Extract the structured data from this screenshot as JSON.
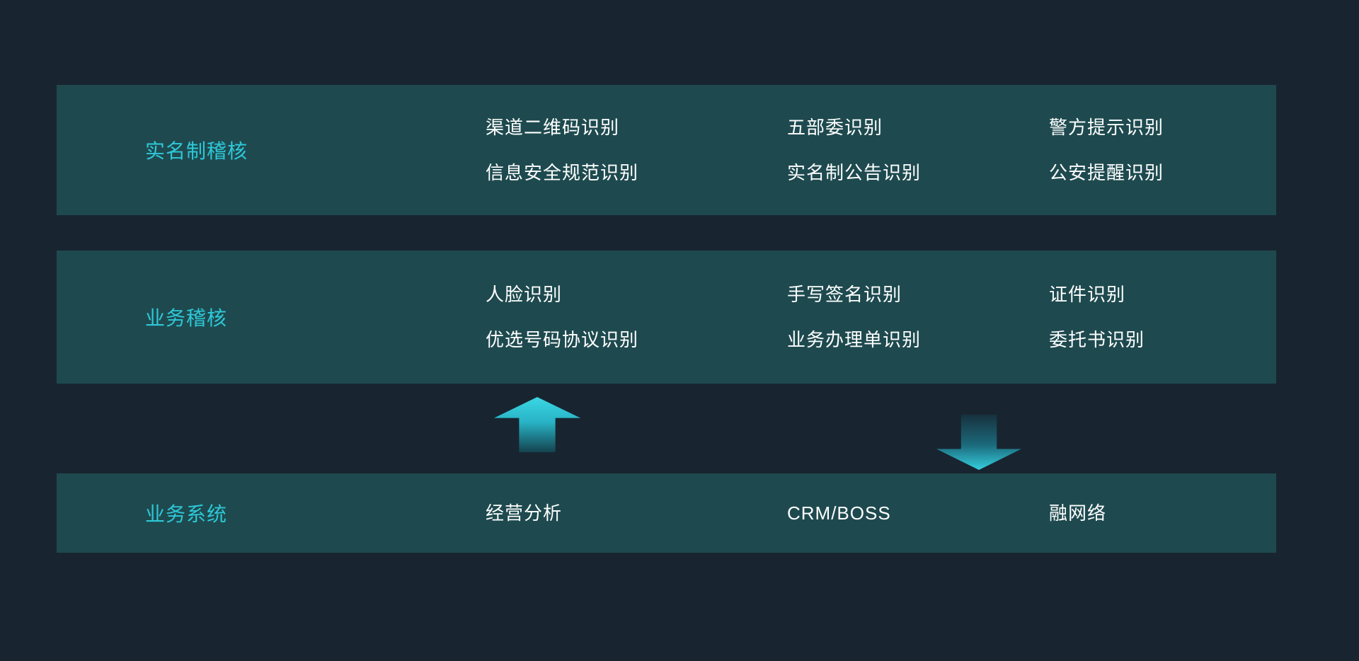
{
  "colors": {
    "background": "#182530",
    "band_background": "#1e4a4f",
    "accent_cyan": "#2ec8d8",
    "text": "#ffffff"
  },
  "bands": [
    {
      "label": "实名制稽核",
      "columns": [
        [
          "渠道二维码识别",
          "信息安全规范识别"
        ],
        [
          "五部委识别",
          "实名制公告识别"
        ],
        [
          "警方提示识别",
          "公安提醒识别"
        ]
      ]
    },
    {
      "label": "业务稽核",
      "columns": [
        [
          "人脸识别",
          "优选号码协议识别"
        ],
        [
          "手写签名识别",
          "业务办理单识别"
        ],
        [
          "证件识别",
          "委托书识别"
        ]
      ]
    },
    {
      "label": "业务系统",
      "columns": [
        [
          "经营分析"
        ],
        [
          "CRM/BOSS"
        ],
        [
          "融网络"
        ]
      ]
    }
  ],
  "icons": [
    {
      "name": "arrow-up-icon",
      "direction": "up"
    },
    {
      "name": "arrow-down-icon",
      "direction": "down"
    }
  ]
}
